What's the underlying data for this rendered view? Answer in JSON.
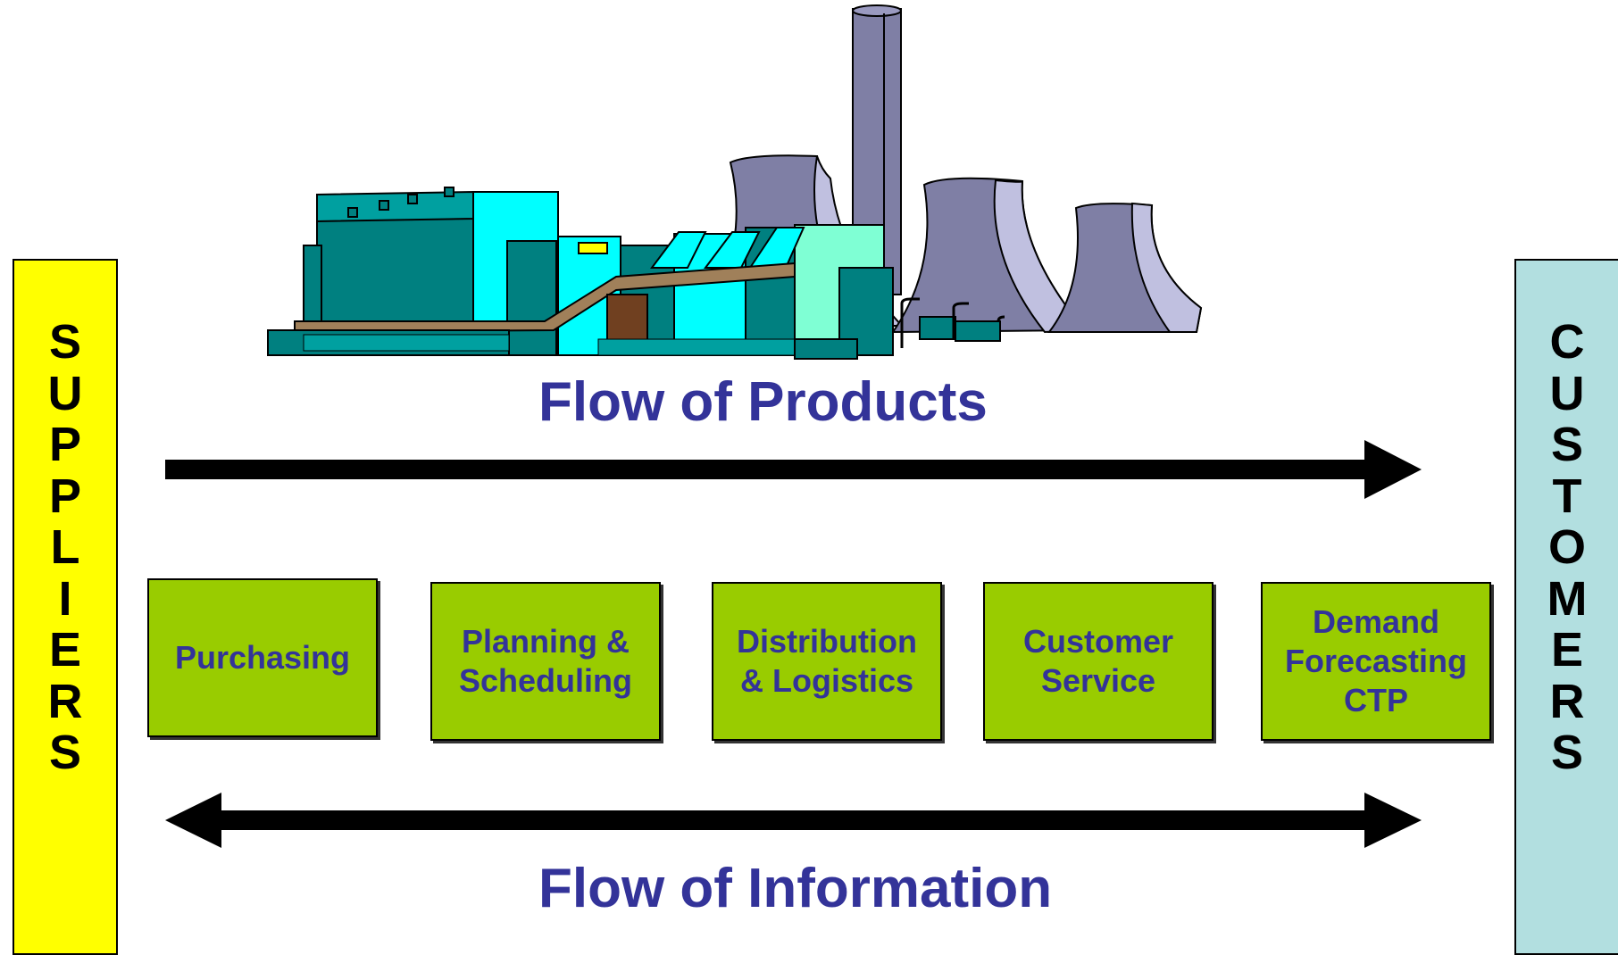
{
  "suppliers": {
    "label": "SUPPLIERS",
    "letters": [
      "S",
      "U",
      "P",
      "P",
      "L",
      "I",
      "E",
      "R",
      "S"
    ]
  },
  "customers": {
    "label": "CUSTOMERS",
    "letters": [
      "C",
      "U",
      "S",
      "T",
      "O",
      "M",
      "E",
      "R",
      "S"
    ]
  },
  "flow_products": "Flow of Products",
  "flow_information": "Flow of Information",
  "functions": [
    "Purchasing",
    "Planning &\nScheduling",
    "Distribution\n& Logistics",
    "Customer\nService",
    "Demand\nForecasting\nCTP"
  ],
  "colors": {
    "suppliers": "#ffff00",
    "customers": "#b2dfe0",
    "function_box": "#99cc00",
    "label_text": "#333399",
    "factory_teal": "#008080",
    "factory_cyan": "#00ffff",
    "tower_purple": "#7f7fa5"
  },
  "icons": {
    "factory": "power-plant-icon"
  }
}
